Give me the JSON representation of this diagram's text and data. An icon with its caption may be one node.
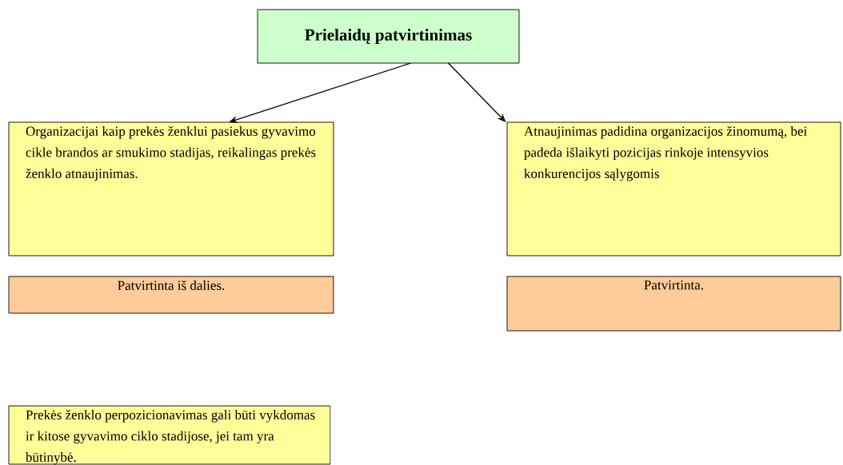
{
  "diagram": {
    "nodes": [
      {
        "text": [
          "Prielaidų patvirtinimas"
        ]
      },
      {
        "text": [
          "Organizacijai kaip prekės ženklui pasiekus gyvavimo cikle brandos ar smukimo stadijas, reikalingas prekės ženklo atnaujinimas."
        ]
      },
      {
        "text": [
          "Atnaujinimas padidina organizacijos žinomumą, bei padeda išlaikyti pozicijas rinkoje intensyvios konkurencijos sąlygomis"
        ]
      },
      {
        "text": [
          "Patvirtinta iš dalies."
        ]
      },
      {
        "text": [
          "Patvirtinta."
        ]
      },
      {
        "text": [
          "Prekės ženklo perpozicionavimas gali būti vykdomas ir kitose gyvavimo ciklo stadijose, jei tam yra būtinybė."
        ]
      }
    ],
    "edges": [
      {
        "from": 0,
        "to": 1,
        "arrow": "to"
      },
      {
        "from": 0,
        "to": 2,
        "arrow": "to"
      }
    ]
  }
}
